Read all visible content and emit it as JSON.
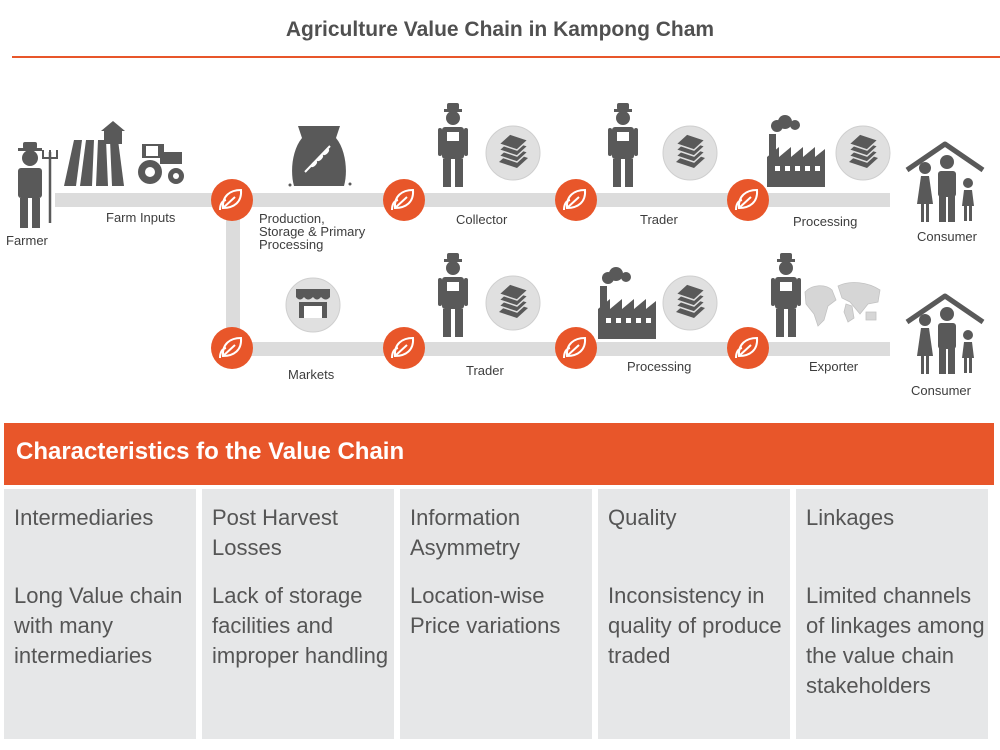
{
  "title": "Agriculture Value Chain in Kampong Cham",
  "diagram": {
    "labels": {
      "farmer": "Farmer",
      "farm_inputs": "Farm Inputs",
      "production": "Production,\nStorage & Primary\nProcessing",
      "collector": "Collector",
      "trader_top": "Trader",
      "processing_top": "Processing",
      "consumer_top": "Consumer",
      "markets": "Markets",
      "trader_bottom": "Trader",
      "processing_bottom": "Processing",
      "exporter": "Exporter",
      "consumer_bottom": "Consumer"
    },
    "colors": {
      "accent": "#e8562a",
      "icon": "#595959",
      "line": "#dcdcdc",
      "circle": "#e0e0e0"
    },
    "icons": [
      "farmer-icon",
      "field-icon",
      "tractor-icon",
      "leaf-icon",
      "sack-icon",
      "worker-icon",
      "money-stack-icon",
      "factory-icon",
      "family-icon",
      "house-roof-icon",
      "market-stall-icon",
      "world-map-icon"
    ]
  },
  "characteristics": {
    "heading": "Characteristics fo the Value Chain",
    "cards": [
      {
        "title": "Intermediaries",
        "body": "Long Value chain with many intermediaries"
      },
      {
        "title": "Post Harvest Losses",
        "body": "Lack of storage facilities and improper handling"
      },
      {
        "title": "Information Asymmetry",
        "body": "Location-wise Price variations"
      },
      {
        "title": "Quality",
        "body": "Inconsistency in quality of produce traded"
      },
      {
        "title": "Linkages",
        "body": "Limited channels of linkages among the value chain stakeholders"
      }
    ]
  }
}
